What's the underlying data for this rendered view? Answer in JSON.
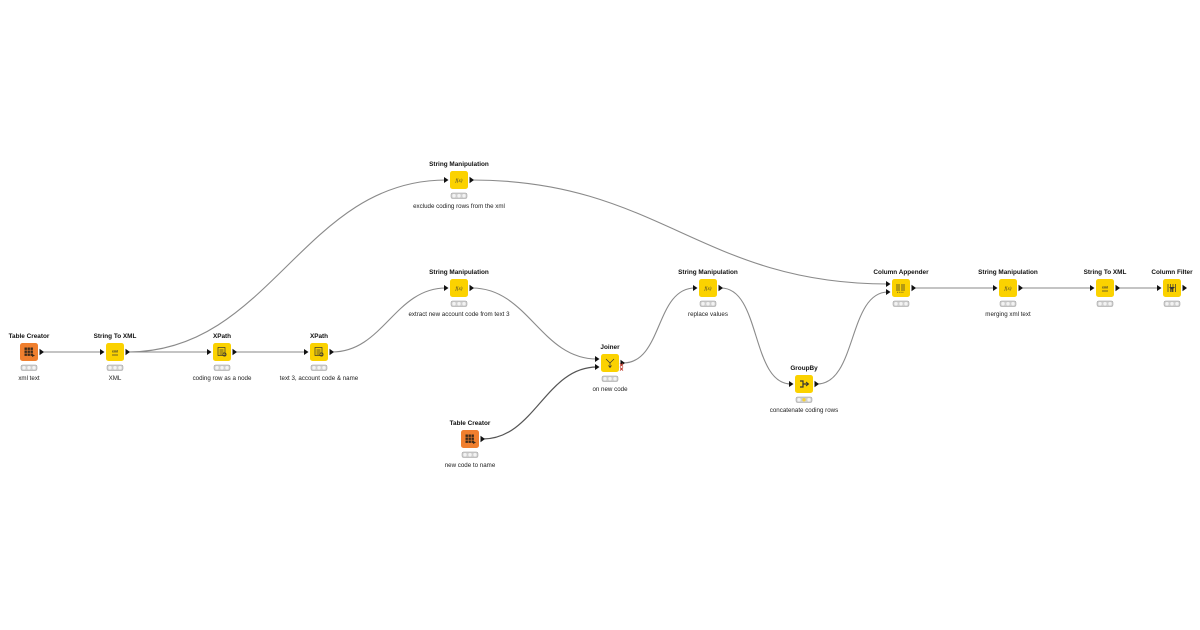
{
  "workflow": {
    "nodes": [
      {
        "id": "n1",
        "title": "Table Creator",
        "label": "xml text",
        "kind": "source",
        "icon": "table-grid-icon"
      },
      {
        "id": "n2",
        "title": "String To XML",
        "label": "XML",
        "kind": "manipulator",
        "icon": "xml-icon"
      },
      {
        "id": "n3",
        "title": "XPath",
        "label": "coding row as a node",
        "kind": "manipulator",
        "icon": "xpath-icon"
      },
      {
        "id": "n4",
        "title": "XPath",
        "label": "text 3, account code & name",
        "kind": "manipulator",
        "icon": "xpath-icon"
      },
      {
        "id": "n5",
        "title": "String Manipulation",
        "label": "exclude coding rows from the xml",
        "kind": "manipulator",
        "icon": "fx-icon"
      },
      {
        "id": "n6",
        "title": "String Manipulation",
        "label": "extract new account code from text 3",
        "kind": "manipulator",
        "icon": "fx-icon"
      },
      {
        "id": "n7",
        "title": "Joiner",
        "label": "on new code",
        "kind": "manipulator",
        "icon": "join-icon"
      },
      {
        "id": "n8",
        "title": "Table Creator",
        "label": "new code to name",
        "kind": "source",
        "icon": "table-grid-icon"
      },
      {
        "id": "n9",
        "title": "String Manipulation",
        "label": "replace values",
        "kind": "manipulator",
        "icon": "fx-icon"
      },
      {
        "id": "n10",
        "title": "GroupBy",
        "label": "concatenate coding rows",
        "kind": "manipulator",
        "icon": "groupby-icon"
      },
      {
        "id": "n11",
        "title": "Column Appender",
        "label": "",
        "kind": "manipulator",
        "icon": "column-append-icon"
      },
      {
        "id": "n12",
        "title": "String Manipulation",
        "label": "merging xml text",
        "kind": "manipulator",
        "icon": "fx-icon"
      },
      {
        "id": "n13",
        "title": "String To XML",
        "label": "",
        "kind": "manipulator",
        "icon": "xml-icon"
      },
      {
        "id": "n14",
        "title": "Column Filter",
        "label": "",
        "kind": "manipulator",
        "icon": "column-filter-icon"
      }
    ],
    "connections": [
      {
        "from": "n1",
        "to": "n2"
      },
      {
        "from": "n2",
        "to": "n3"
      },
      {
        "from": "n3",
        "to": "n4"
      },
      {
        "from": "n2",
        "to": "n5"
      },
      {
        "from": "n4",
        "to": "n6"
      },
      {
        "from": "n6",
        "to": "n7"
      },
      {
        "from": "n8",
        "to": "n7"
      },
      {
        "from": "n7",
        "to": "n9"
      },
      {
        "from": "n9",
        "to": "n10"
      },
      {
        "from": "n10",
        "to": "n11"
      },
      {
        "from": "n5",
        "to": "n11"
      },
      {
        "from": "n11",
        "to": "n12"
      },
      {
        "from": "n12",
        "to": "n13"
      },
      {
        "from": "n13",
        "to": "n14"
      }
    ],
    "colors": {
      "source": "#f07f2e",
      "manipulator": "#fbd200",
      "connection": "#8a8a8a",
      "warning": "#c0392b"
    }
  }
}
